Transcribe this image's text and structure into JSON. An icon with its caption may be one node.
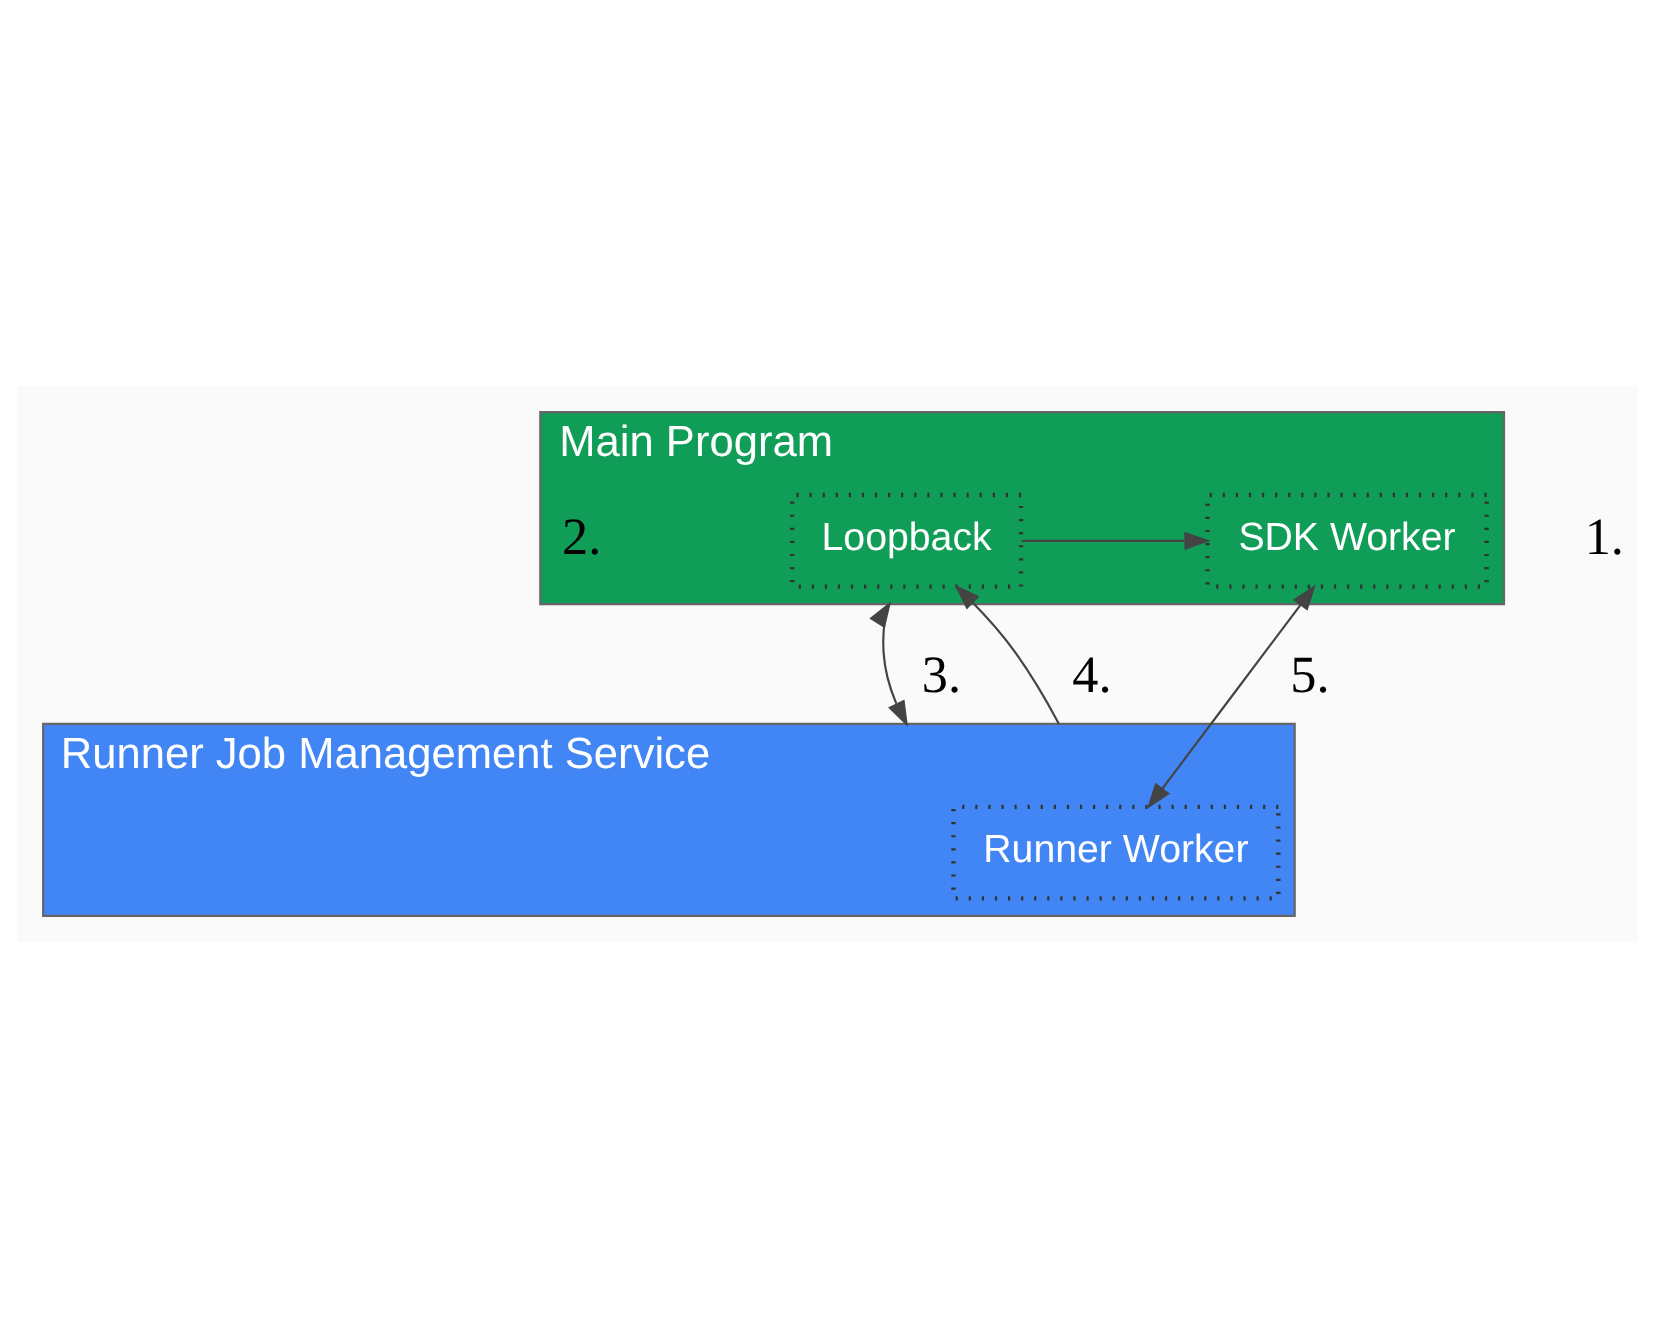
{
  "diagram": {
    "nodes": [
      {
        "text": [
          "Main Program"
        ],
        "beside": [
          "1."
        ]
      },
      {
        "text": [
          "Loopback"
        ],
        "in": 0,
        "beside": [
          "2."
        ]
      },
      {
        "text": [
          "SDK Worker"
        ],
        "in": 0
      },
      {
        "text": [
          "Runner Job Management Service"
        ]
      },
      {
        "text": [
          "Runner Worker"
        ],
        "in": 3
      }
    ],
    "edges": [
      {
        "from": 1,
        "to": 2,
        "arrow": "to"
      },
      {
        "from": 0,
        "to": 3,
        "arrow": "both",
        "label": "3."
      },
      {
        "from": 3,
        "to": 1,
        "arrow": "to",
        "label": "4."
      },
      {
        "from": 2,
        "to": 4,
        "arrow": "both",
        "label": "5."
      }
    ]
  }
}
